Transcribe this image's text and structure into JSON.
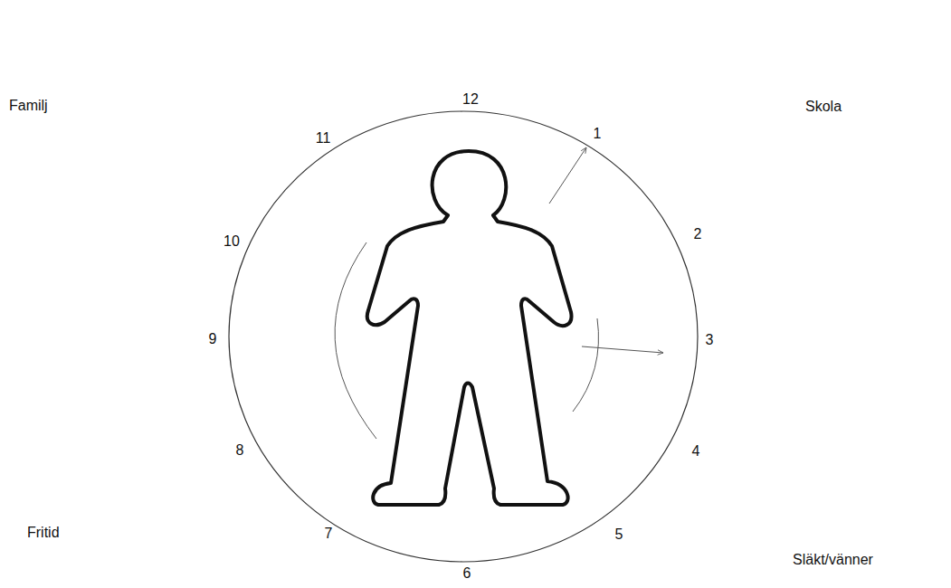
{
  "diagram": {
    "labels": [
      "Familj",
      "Skola",
      "Fritid",
      "Släkt/vänner",
      "12",
      "1",
      "2",
      "3",
      "4",
      "5",
      "6",
      "7",
      "8",
      "9",
      "10",
      "11"
    ]
  }
}
